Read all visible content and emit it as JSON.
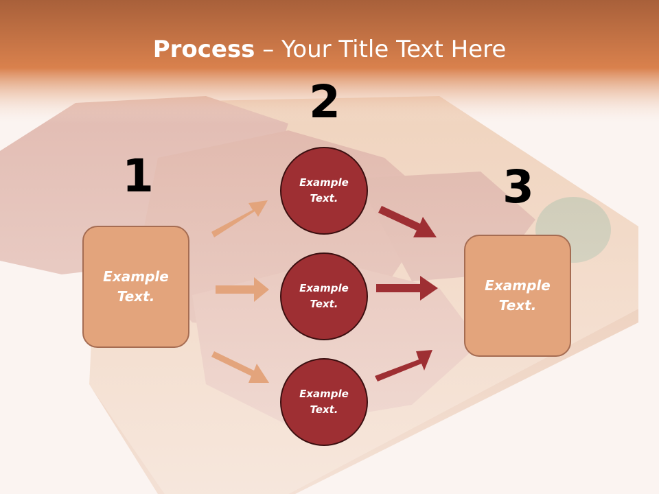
{
  "title": {
    "bold": "Process",
    "rest": " – Your Title Text Here"
  },
  "steps": [
    {
      "number": "1"
    },
    {
      "number": "2"
    },
    {
      "number": "3"
    }
  ],
  "left_box": {
    "line1": "Example",
    "line2": "Text."
  },
  "right_box": {
    "line1": "Example",
    "line2": "Text."
  },
  "circles": [
    {
      "line1": "Example",
      "line2": "Text."
    },
    {
      "line1": "Example",
      "line2": "Text."
    },
    {
      "line1": "Example",
      "line2": "Text."
    }
  ],
  "colors": {
    "header": "#c96a36",
    "box_fill": "#e3a47c",
    "circle_fill": "#9e2f33",
    "arrow_light": "#e3a47c",
    "arrow_dark": "#9e2f33"
  }
}
